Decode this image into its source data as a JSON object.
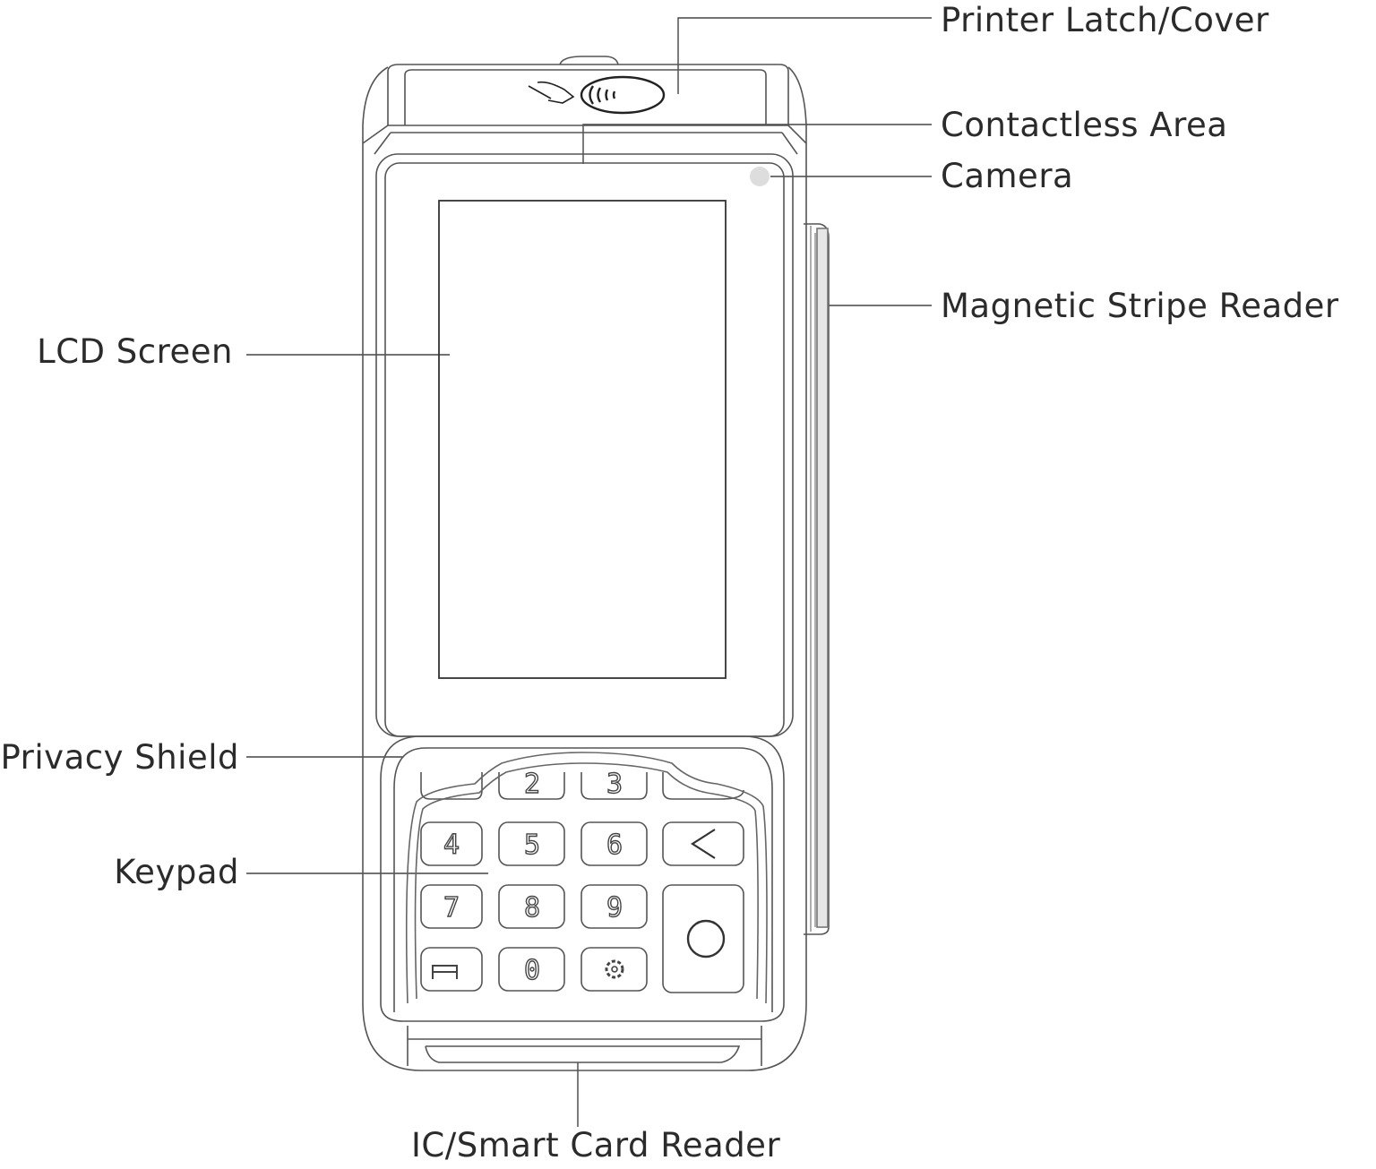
{
  "labels": {
    "printer_latch": "Printer Latch/Cover",
    "contactless": "Contactless Area",
    "camera": "Camera",
    "mag_stripe": "Magnetic Stripe Reader",
    "lcd": "LCD Screen",
    "privacy_shield": "Privacy Shield",
    "keypad": "Keypad",
    "ic_reader": "IC/Smart Card Reader"
  },
  "keypad": {
    "keys": [
      "2",
      "3",
      "4",
      "5",
      "6",
      "7",
      "8",
      "9",
      "0"
    ],
    "icons": [
      "back-arrow-icon",
      "enter-circle-icon",
      "menu-icon",
      "settings-gear-icon"
    ]
  },
  "colors": {
    "line": "#555555",
    "text": "#2b2b2b",
    "camera": "#dddddd"
  }
}
